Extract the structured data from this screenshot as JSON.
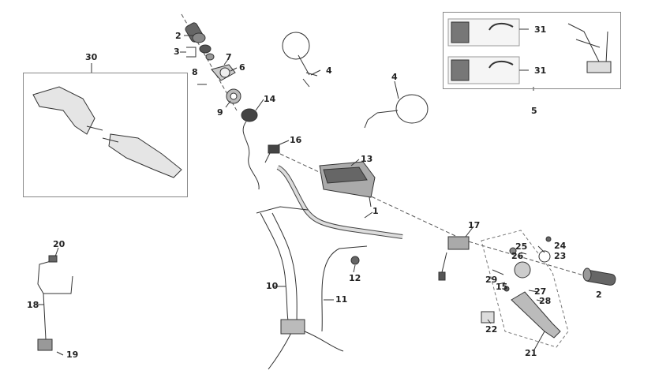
{
  "labels": {
    "handlebar": "1",
    "grip_left": "2",
    "grip_right": "2",
    "grip_parts": "3",
    "mirror_left": "4",
    "mirror_right": "4",
    "switch_kit": "5",
    "clamp_6": "6",
    "clamp_7": "7",
    "screw_8": "8",
    "throttle_9": "9",
    "cable_10": "10",
    "cable_11": "11",
    "adjuster_12": "12",
    "instrument_13": "13",
    "switch_14": "14",
    "lever_15": "15",
    "switch_16": "16",
    "switch_17": "17",
    "hose_18": "18",
    "screw_19": "19",
    "clip_20": "20",
    "lever_21": "21",
    "cover_22": "22",
    "ring_23": "23",
    "screw_24": "24",
    "screw_25": "25",
    "nut_26": "26",
    "screw_27": "27",
    "pin_28": "28",
    "bolt_29": "29",
    "handguard_30": "30",
    "kit_31_top": "31",
    "kit_31_bottom": "31"
  },
  "colors": {
    "line": "#333333",
    "part_fill": "#d9d9d9",
    "dark_fill": "#555555",
    "box": "#888888"
  }
}
